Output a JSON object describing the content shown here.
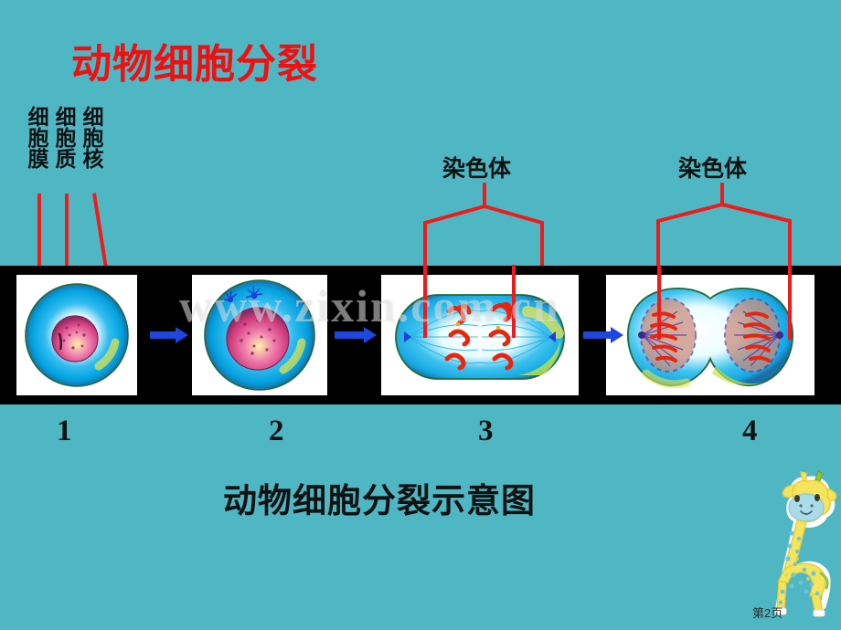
{
  "slide": {
    "background_color": "#4fb7c4",
    "title": "动物细胞分裂",
    "title_color": "#ee1111",
    "caption": "动物细胞分裂示意图",
    "page_number": "第2页",
    "watermark": "www.zixin.com.cn"
  },
  "annotations": {
    "cell_parts": [
      {
        "label": "细胞膜"
      },
      {
        "label": "细胞质"
      },
      {
        "label": "细胞核"
      }
    ],
    "chromosome_labels": [
      {
        "label": "染色体"
      },
      {
        "label": "染色体"
      }
    ],
    "leader_color": "#ef1b1b"
  },
  "filmstrip": {
    "strip_color": "#000000",
    "panel_background": "#ffffff",
    "arrow_color": "#1f46e0",
    "stages": [
      {
        "number": "1",
        "description": "间期细胞：蓝色细胞膜与细胞质，中央粉红色细胞核",
        "cell_color": "#18a8e8",
        "nucleus_color": "#d4457f"
      },
      {
        "number": "2",
        "description": "细胞核增大，出现中心体",
        "cell_color": "#18a8e8",
        "nucleus_color": "#d4457f"
      },
      {
        "number": "3",
        "description": "细胞拉长，染色体排列于赤道板，纺锤丝形成",
        "cell_color": "#18a8e8",
        "chromosome_color": "#e8260d"
      },
      {
        "number": "4",
        "description": "细胞一分为二，两个子细胞各含一组染色体",
        "cell_color": "#18a8e8",
        "chromosome_color": "#e8260d"
      }
    ]
  },
  "mascot": {
    "name": "giraffe-sticker",
    "body_color": "#f4e04a",
    "spot_color": "#6fc5d8",
    "face_color": "#a9dbe8"
  }
}
